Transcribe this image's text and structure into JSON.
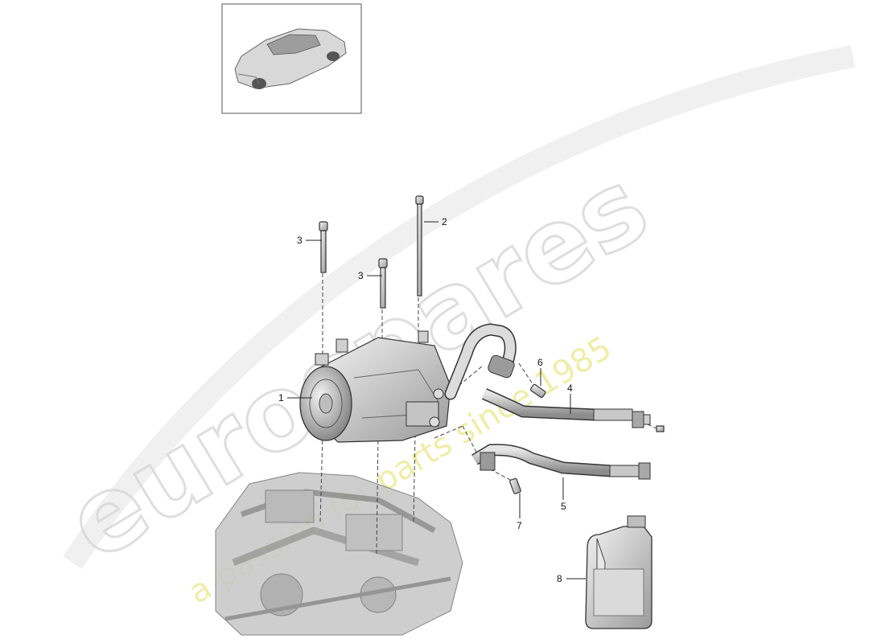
{
  "watermark": {
    "brand": "eurospares",
    "tagline": "a passion for parts since 1985"
  },
  "callouts": [
    "1",
    "2",
    "3",
    "3",
    "4",
    "5",
    "6",
    "7",
    "8"
  ],
  "parts": [
    "vehicle-thumbnail",
    "ac-compressor",
    "long-bolt",
    "bolt",
    "bolt",
    "refrigerant-hose-upper",
    "refrigerant-hose-lower",
    "hose-bolt-upper",
    "hose-bolt-lower",
    "refrigerant-oil-container",
    "engine-block"
  ]
}
